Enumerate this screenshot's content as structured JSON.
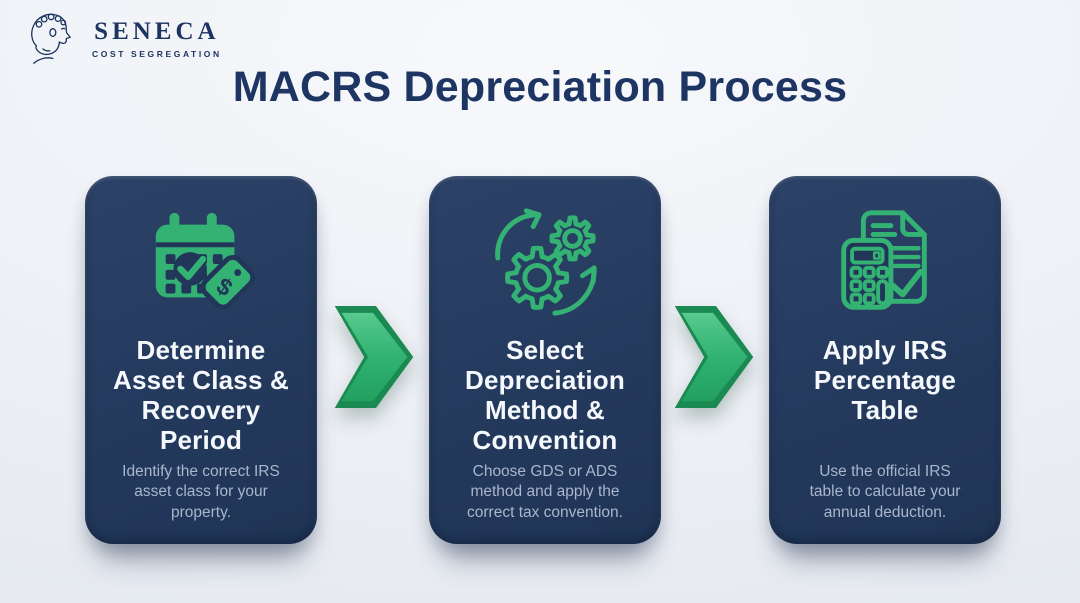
{
  "logo": {
    "brand": "SENECA",
    "tagline": "COST SEGREGATION"
  },
  "header": {
    "title": "MACRS Depreciation Process"
  },
  "colors": {
    "accent_green": "#34b274",
    "accent_green_dark": "#1b8a52",
    "accent_green_light": "#55c98c",
    "card_navy": "#243a5e",
    "title_navy": "#1e3563",
    "card_title_text": "#f5f8fc",
    "card_body_text": "#a9b6cc",
    "background": "#eef1f6"
  },
  "steps": [
    {
      "icon": "calendar-price-tag-icon",
      "icon_glyph": "$",
      "title": "Determine\nAsset Class &\nRecovery\nPeriod",
      "description": "Identify the correct IRS\nasset class for your\nproperty."
    },
    {
      "icon": "gears-sync-icon",
      "title": "Select\nDepreciation\nMethod &\nConvention",
      "description": "Choose GDS or ADS\nmethod and apply the\ncorrect tax convention."
    },
    {
      "icon": "calculator-document-icon",
      "title": "Apply IRS\nPercentage\nTable",
      "description": "Use the official IRS\ntable to calculate your\nannual deduction."
    }
  ]
}
